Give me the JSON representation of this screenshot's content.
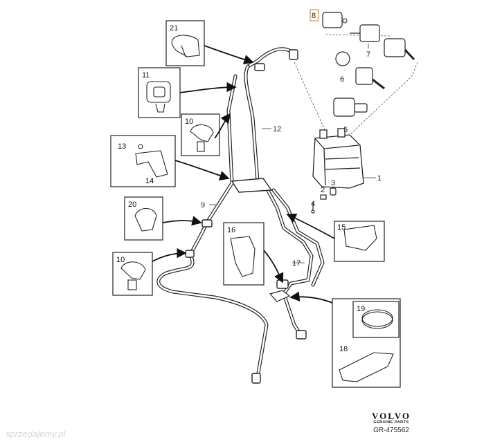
{
  "callouts": {
    "c1": "1",
    "c2": "2",
    "c3": "3",
    "c4": "4",
    "c5": "5",
    "c6": "6",
    "c7": "7",
    "c8": "8",
    "c9": "9",
    "c12": "12",
    "c17": "17"
  },
  "boxes": {
    "b10a": "10",
    "b10b": "10",
    "b11": "11",
    "b13": "13",
    "b14": "14",
    "b15": "15",
    "b16": "16",
    "b18": "18",
    "b19": "19",
    "b20": "20",
    "b21": "21"
  },
  "brand": {
    "name": "VOLVO",
    "tagline": "GENUINE PARTS"
  },
  "reference": "GR-475562",
  "watermark": "sprzedajemy.pl",
  "colors": {
    "line": "#222222",
    "highlight": "#e8a040"
  }
}
